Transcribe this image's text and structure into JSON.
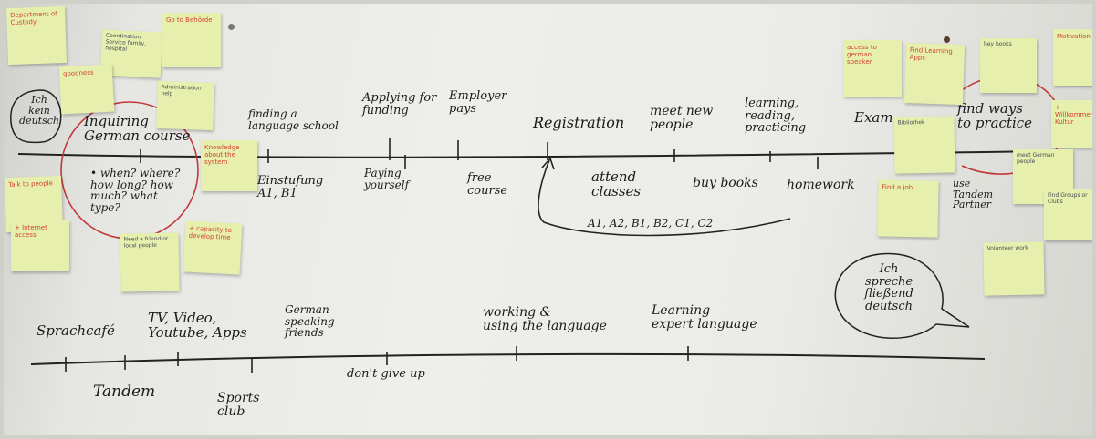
{
  "timeline_upper": {
    "above": [
      {
        "text": "Inquiring\nGerman course"
      },
      {
        "text": "finding a\nlanguage school"
      },
      {
        "text": "Applying for\nfunding"
      },
      {
        "text": "Employer\npays"
      },
      {
        "text": "Registration"
      },
      {
        "text": "meet new\npeople"
      },
      {
        "text": "learning,\nreading,\npracticing"
      },
      {
        "text": "Exam"
      },
      {
        "text": "find ways\nto practice"
      }
    ],
    "below": [
      {
        "text": "• when? where?\nhow long? how\nmuch? what\ntype?"
      },
      {
        "text": "Einstufung\nA1, B1"
      },
      {
        "text": "Paying\nyourself"
      },
      {
        "text": "free\ncourse"
      },
      {
        "text": "attend\nclasses"
      },
      {
        "text": "A1, A2, B1, B2, C1, C2"
      },
      {
        "text": "buy books"
      },
      {
        "text": "homework"
      },
      {
        "text": "use\nTandem\nPartner"
      }
    ]
  },
  "timeline_lower": {
    "above": [
      {
        "text": "Sprachcafé"
      },
      {
        "text": "TV, Video,\nYoutube, Apps"
      },
      {
        "text": "German\nspeaking\nfriends"
      },
      {
        "text": "working &\nusing the language"
      },
      {
        "text": "Learning\nexpert language"
      }
    ],
    "below": [
      {
        "text": "Tandem"
      },
      {
        "text": "Sports\nclub"
      },
      {
        "text": "don't give up"
      }
    ]
  },
  "speech_bubbles": {
    "start": "Ich\nkein\ndeutsch",
    "end": "Ich\nspreche\nfließend\ndeutsch"
  },
  "sticky_notes": [
    {
      "text": "Department\nof Custody",
      "color": "red"
    },
    {
      "text": "Coordination\nService\nfamily, hospital",
      "color": "blue"
    },
    {
      "text": "Go to\nBehörde",
      "color": "red"
    },
    {
      "text": "goodness",
      "color": "red"
    },
    {
      "text": "Administration\nhelp",
      "color": "blue"
    },
    {
      "text": "Knowledge\nabout the\nsystem",
      "color": "red"
    },
    {
      "text": "Talk to\npeople",
      "color": "red"
    },
    {
      "text": "+ Internet\naccess",
      "color": "red"
    },
    {
      "text": "Need a\nfriend or\nlocal people",
      "color": "blue"
    },
    {
      "text": "+ capacity\nto develop\ntime",
      "color": "red"
    },
    {
      "text": "access\nto german\nspeaker",
      "color": "red"
    },
    {
      "text": "Find Learning\nApps",
      "color": "red"
    },
    {
      "text": "hey\nbooks",
      "color": "blue"
    },
    {
      "text": "Motivation",
      "color": "red"
    },
    {
      "text": "Bibliothek",
      "color": "blue"
    },
    {
      "text": "+ Willkommen\nKultur",
      "color": "red"
    },
    {
      "text": "meet German\npeople",
      "color": "blue"
    },
    {
      "text": "Find a job",
      "color": "red"
    },
    {
      "text": "Find Groups\nor\nClubs",
      "color": "blue"
    },
    {
      "text": "Volunteer\nwork",
      "color": "blue"
    }
  ],
  "colors": {
    "paper": "#ebebe7",
    "note": "#e6efae",
    "ink": "#1b1b1b",
    "red_marker": "#d2452b",
    "circle": "#c0393b"
  }
}
